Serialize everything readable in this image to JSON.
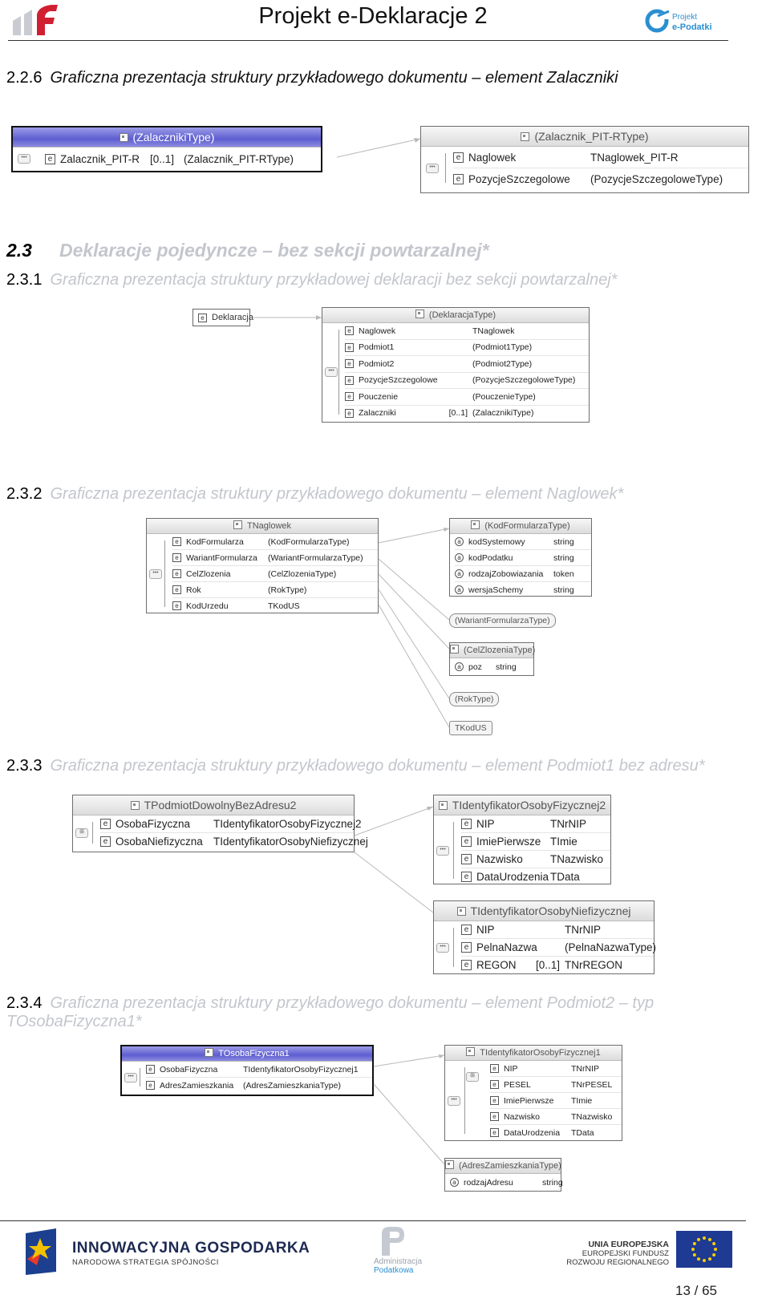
{
  "header": {
    "title": "Projekt e-Deklaracje 2",
    "logo_left": "mf",
    "logo_right_line1": "Projekt",
    "logo_right_line2": "e-Podatki"
  },
  "headings": {
    "h226_num": "2.2.6",
    "h226_txt": "Graficzna prezentacja struktury przykładowego dokumentu – element Zalaczniki",
    "h23_num": "2.3",
    "h23_txt": "Deklaracje pojedyncze – bez sekcji powtarzalnej*",
    "h231_num": "2.3.1",
    "h231_txt": "Graficzna prezentacja struktury przykładowej deklaracji bez sekcji powtarzalnej*",
    "h232_num": "2.3.2",
    "h232_txt": "Graficzna prezentacja struktury przykładowego dokumentu – element Naglowek*",
    "h233_num": "2.3.3",
    "h233_txt": "Graficzna prezentacja struktury przykładowego dokumentu – element Podmiot1 bez adresu*",
    "h234_num": "2.3.4",
    "h234_txt": "Graficzna prezentacja struktury przykładowego dokumentu – element Podmiot2 – typ TOsobaFizyczna1*"
  },
  "d1": {
    "left_title": "(ZalacznikiType)",
    "left_row": {
      "name": "Zalacznik_PIT-R",
      "mult": "[0..1]",
      "type": "(Zalacznik_PIT-RType)"
    },
    "right_title": "(Zalacznik_PIT-RType)",
    "right_rows": [
      {
        "name": "Naglowek",
        "type": "TNaglowek_PIT-R"
      },
      {
        "name": "PozycjeSzczegolowe",
        "type": "(PozycjeSzczegoloweType)"
      }
    ]
  },
  "d2": {
    "root": "Deklaracja",
    "title": "(DeklaracjaType)",
    "rows": [
      {
        "name": "Naglowek",
        "mult": "",
        "type": "TNaglowek"
      },
      {
        "name": "Podmiot1",
        "mult": "",
        "type": "(Podmiot1Type)"
      },
      {
        "name": "Podmiot2",
        "mult": "",
        "type": "(Podmiot2Type)"
      },
      {
        "name": "PozycjeSzczegolowe",
        "mult": "",
        "type": "(PozycjeSzczegoloweType)"
      },
      {
        "name": "Pouczenie",
        "mult": "",
        "type": "(PouczenieType)"
      },
      {
        "name": "Zalaczniki",
        "mult": "[0..1]",
        "type": "(ZalacznikiType)"
      }
    ]
  },
  "d3": {
    "main_title": "TNaglowek",
    "main_rows": [
      {
        "name": "KodFormularza",
        "type": "(KodFormularzaType)"
      },
      {
        "name": "WariantFormularza",
        "type": "(WariantFormularzaType)"
      },
      {
        "name": "CelZlozenia",
        "type": "(CelZlozeniaType)"
      },
      {
        "name": "Rok",
        "type": "(RokType)"
      },
      {
        "name": "KodUrzedu",
        "type": "TKodUS"
      }
    ],
    "kod_title": "(KodFormularzaType)",
    "kod_rows": [
      {
        "name": "kodSystemowy",
        "type": "string"
      },
      {
        "name": "kodPodatku",
        "type": "string"
      },
      {
        "name": "rodzajZobowiazania",
        "type": "token"
      },
      {
        "name": "wersjaSchemy",
        "type": "string"
      }
    ],
    "wariant_label": "(WariantFormularzaType)",
    "cel_title": "(CelZlozeniaType)",
    "cel_rows": [
      {
        "name": "poz",
        "type": "string"
      }
    ],
    "rok_label": "(RokType)",
    "tkodus_label": "TKodUS"
  },
  "d4": {
    "main_title": "TPodmiotDowolnyBezAdresu2",
    "main_rows": [
      {
        "name": "OsobaFizyczna",
        "type": "TIdentyfikatorOsobyFizycznej2"
      },
      {
        "name": "OsobaNiefizyczna",
        "type": "TIdentyfikatorOsobyNiefizycznej"
      }
    ],
    "fiz_title": "TIdentyfikatorOsobyFizycznej2",
    "fiz_rows": [
      {
        "name": "NIP",
        "mult": "",
        "type": "TNrNIP"
      },
      {
        "name": "ImiePierwsze",
        "mult": "",
        "type": "TImie"
      },
      {
        "name": "Nazwisko",
        "mult": "",
        "type": "TNazwisko"
      },
      {
        "name": "DataUrodzenia",
        "mult": "",
        "type": "TData"
      }
    ],
    "niefiz_title": "TIdentyfikatorOsobyNiefizycznej",
    "niefiz_rows": [
      {
        "name": "NIP",
        "mult": "",
        "type": "TNrNIP"
      },
      {
        "name": "PelnaNazwa",
        "mult": "",
        "type": "(PelnaNazwaType)"
      },
      {
        "name": "REGON",
        "mult": "[0..1]",
        "type": "TNrREGON"
      }
    ]
  },
  "d5": {
    "main_title": "TOsobaFizyczna1",
    "main_rows": [
      {
        "name": "OsobaFizyczna",
        "type": "TIdentyfikatorOsobyFizycznej1"
      },
      {
        "name": "AdresZamieszkania",
        "type": "(AdresZamieszkaniaType)"
      }
    ],
    "fiz_title": "TIdentyfikatorOsobyFizycznej1",
    "fiz_rows": [
      {
        "name": "NIP",
        "type": "TNrNIP"
      },
      {
        "name": "PESEL",
        "type": "TNrPESEL"
      },
      {
        "name": "ImiePierwsze",
        "type": "TImie"
      },
      {
        "name": "Nazwisko",
        "type": "TNazwisko"
      },
      {
        "name": "DataUrodzenia",
        "type": "TData"
      }
    ],
    "adres_title": "(AdresZamieszkaniaType)",
    "adres_rows": [
      {
        "name": "rodzajAdresu",
        "type": "string"
      }
    ]
  },
  "footer": {
    "ig_title": "INNOWACYJNA GOSPODARKA",
    "ig_sub": "NARODOWA STRATEGIA SPÓJNOŚCI",
    "adm_line1": "Administracja",
    "adm_line2": "Podatkowa",
    "ue_line1": "UNIA EUROPEJSKA",
    "ue_line2": "EUROPEJSKI FUNDUSZ",
    "ue_line3": "ROZWOJU REGIONALNEGO",
    "page": "13 / 65"
  },
  "colors": {
    "selected_header": "#6464d4",
    "muted_heading": "#c3c6cc",
    "eu_blue": "#1f3a93",
    "eu_star": "#f5d000"
  }
}
